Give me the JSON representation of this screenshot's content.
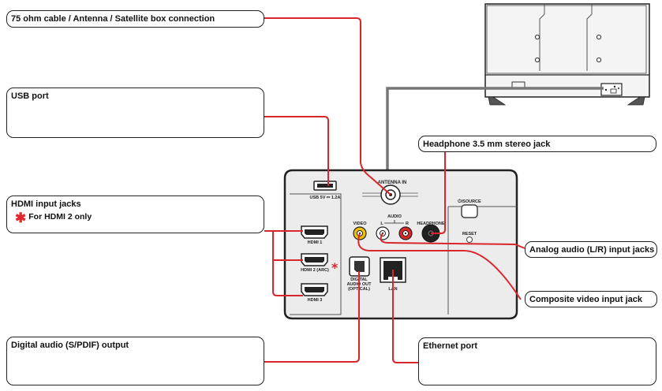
{
  "callouts": {
    "antenna": "75 ohm cable / Antenna / Satellite box connection",
    "usb": "USB port",
    "hdmi": "HDMI input jacks",
    "hdmi_note": "For HDMI 2 only",
    "digital_audio": "Digital audio (S/PDIF) output",
    "headphone": "Headphone 3.5 mm stereo jack",
    "analog_audio": "Analog audio (L/R) input jacks",
    "composite": "Composite video input jack",
    "ethernet": "Ethernet port"
  },
  "panel_labels": {
    "usb": "USB 5V ⎓ 1.2A",
    "antenna": "ANTENNA IN",
    "audio": "AUDIO",
    "left": "L",
    "right": "R",
    "video": "VIDEO",
    "headphone": "HEADPHONE",
    "source": "⏻/SOURCE",
    "reset": "RESET",
    "hdmi1": "HDMI 1",
    "hdmi2": "HDMI 2 (ARC)",
    "hdmi3": "HDMI 3",
    "optical_1": "DIGITAL",
    "optical_2": "AUDIO OUT",
    "optical_3": "(OPTICAL)",
    "lan": "LAN"
  },
  "note_marker": "*",
  "colors": {
    "leader_line": "#d8262b",
    "tv_connector": "#777777",
    "panel_fill": "#ececec",
    "video_jack": "#f2c200",
    "right_audio_jack": "#d8262b",
    "outline": "#222222"
  }
}
